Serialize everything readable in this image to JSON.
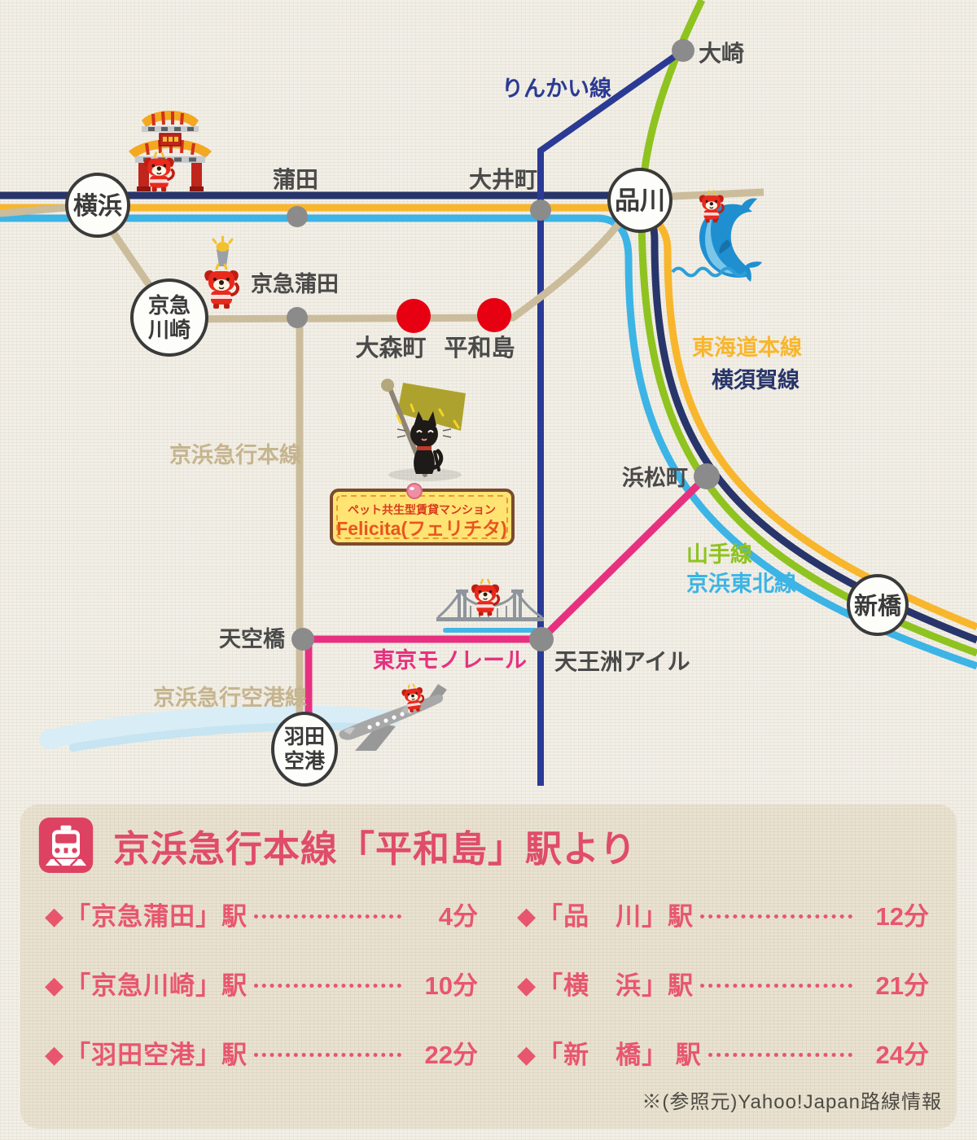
{
  "colors": {
    "yamanote": "#8fc31f",
    "keihin_tohoku": "#3cb4e5",
    "tokaido": "#f8b62d",
    "yokosuka": "#28356a",
    "rinkai": "#2b3a94",
    "keikyu_line": "#cbbc9b",
    "monorail": "#e73180",
    "station_red": "#e60012",
    "station_gray": "#8b8b8b",
    "panel_accent": "#e04c6b"
  },
  "map": {
    "line_labels": {
      "rinkai": "りんかい線",
      "tokaido": "東海道本線",
      "yokosuka": "横須賀線",
      "yamanote": "山手線",
      "keihin_tohoku": "京浜東北線",
      "keikyu_main": "京浜急行本線",
      "monorail": "東京モノレール",
      "keikyu_airport": "京浜急行空港線"
    },
    "stations": {
      "yokohama": "横浜",
      "shinagawa": "品川",
      "keikyu_kawasaki_1": "京急",
      "keikyu_kawasaki_2": "川崎",
      "shimbashi": "新橋",
      "haneda_1": "羽田",
      "haneda_2": "空港",
      "kamata": "蒲田",
      "oimachi": "大井町",
      "osaki": "大崎",
      "keikyu_kamata": "京急蒲田",
      "omorimachi": "大森町",
      "heiwajima": "平和島",
      "hamamatsucho": "浜松町",
      "tennozu_isle": "天王洲アイル",
      "tenkubashi": "天空橋"
    },
    "property_sign": {
      "line1": "ペット共生型賃貸マンション",
      "line2": "Felicita(フェリチタ)"
    }
  },
  "panel": {
    "title": "京浜急行本線「平和島」駅より",
    "rows_left": [
      {
        "station": "「京急蒲田」駅",
        "time": "4分"
      },
      {
        "station": "「京急川崎」駅",
        "time": "10分"
      },
      {
        "station": "「羽田空港」駅",
        "time": "22分"
      }
    ],
    "rows_right": [
      {
        "station": "「品　川」駅",
        "time": "12分"
      },
      {
        "station": "「横　浜」駅",
        "time": "21分"
      },
      {
        "station": "「新　橋」 駅",
        "time": "24分"
      }
    ],
    "footnote": "※(参照元)Yahoo!Japan路線情報"
  }
}
